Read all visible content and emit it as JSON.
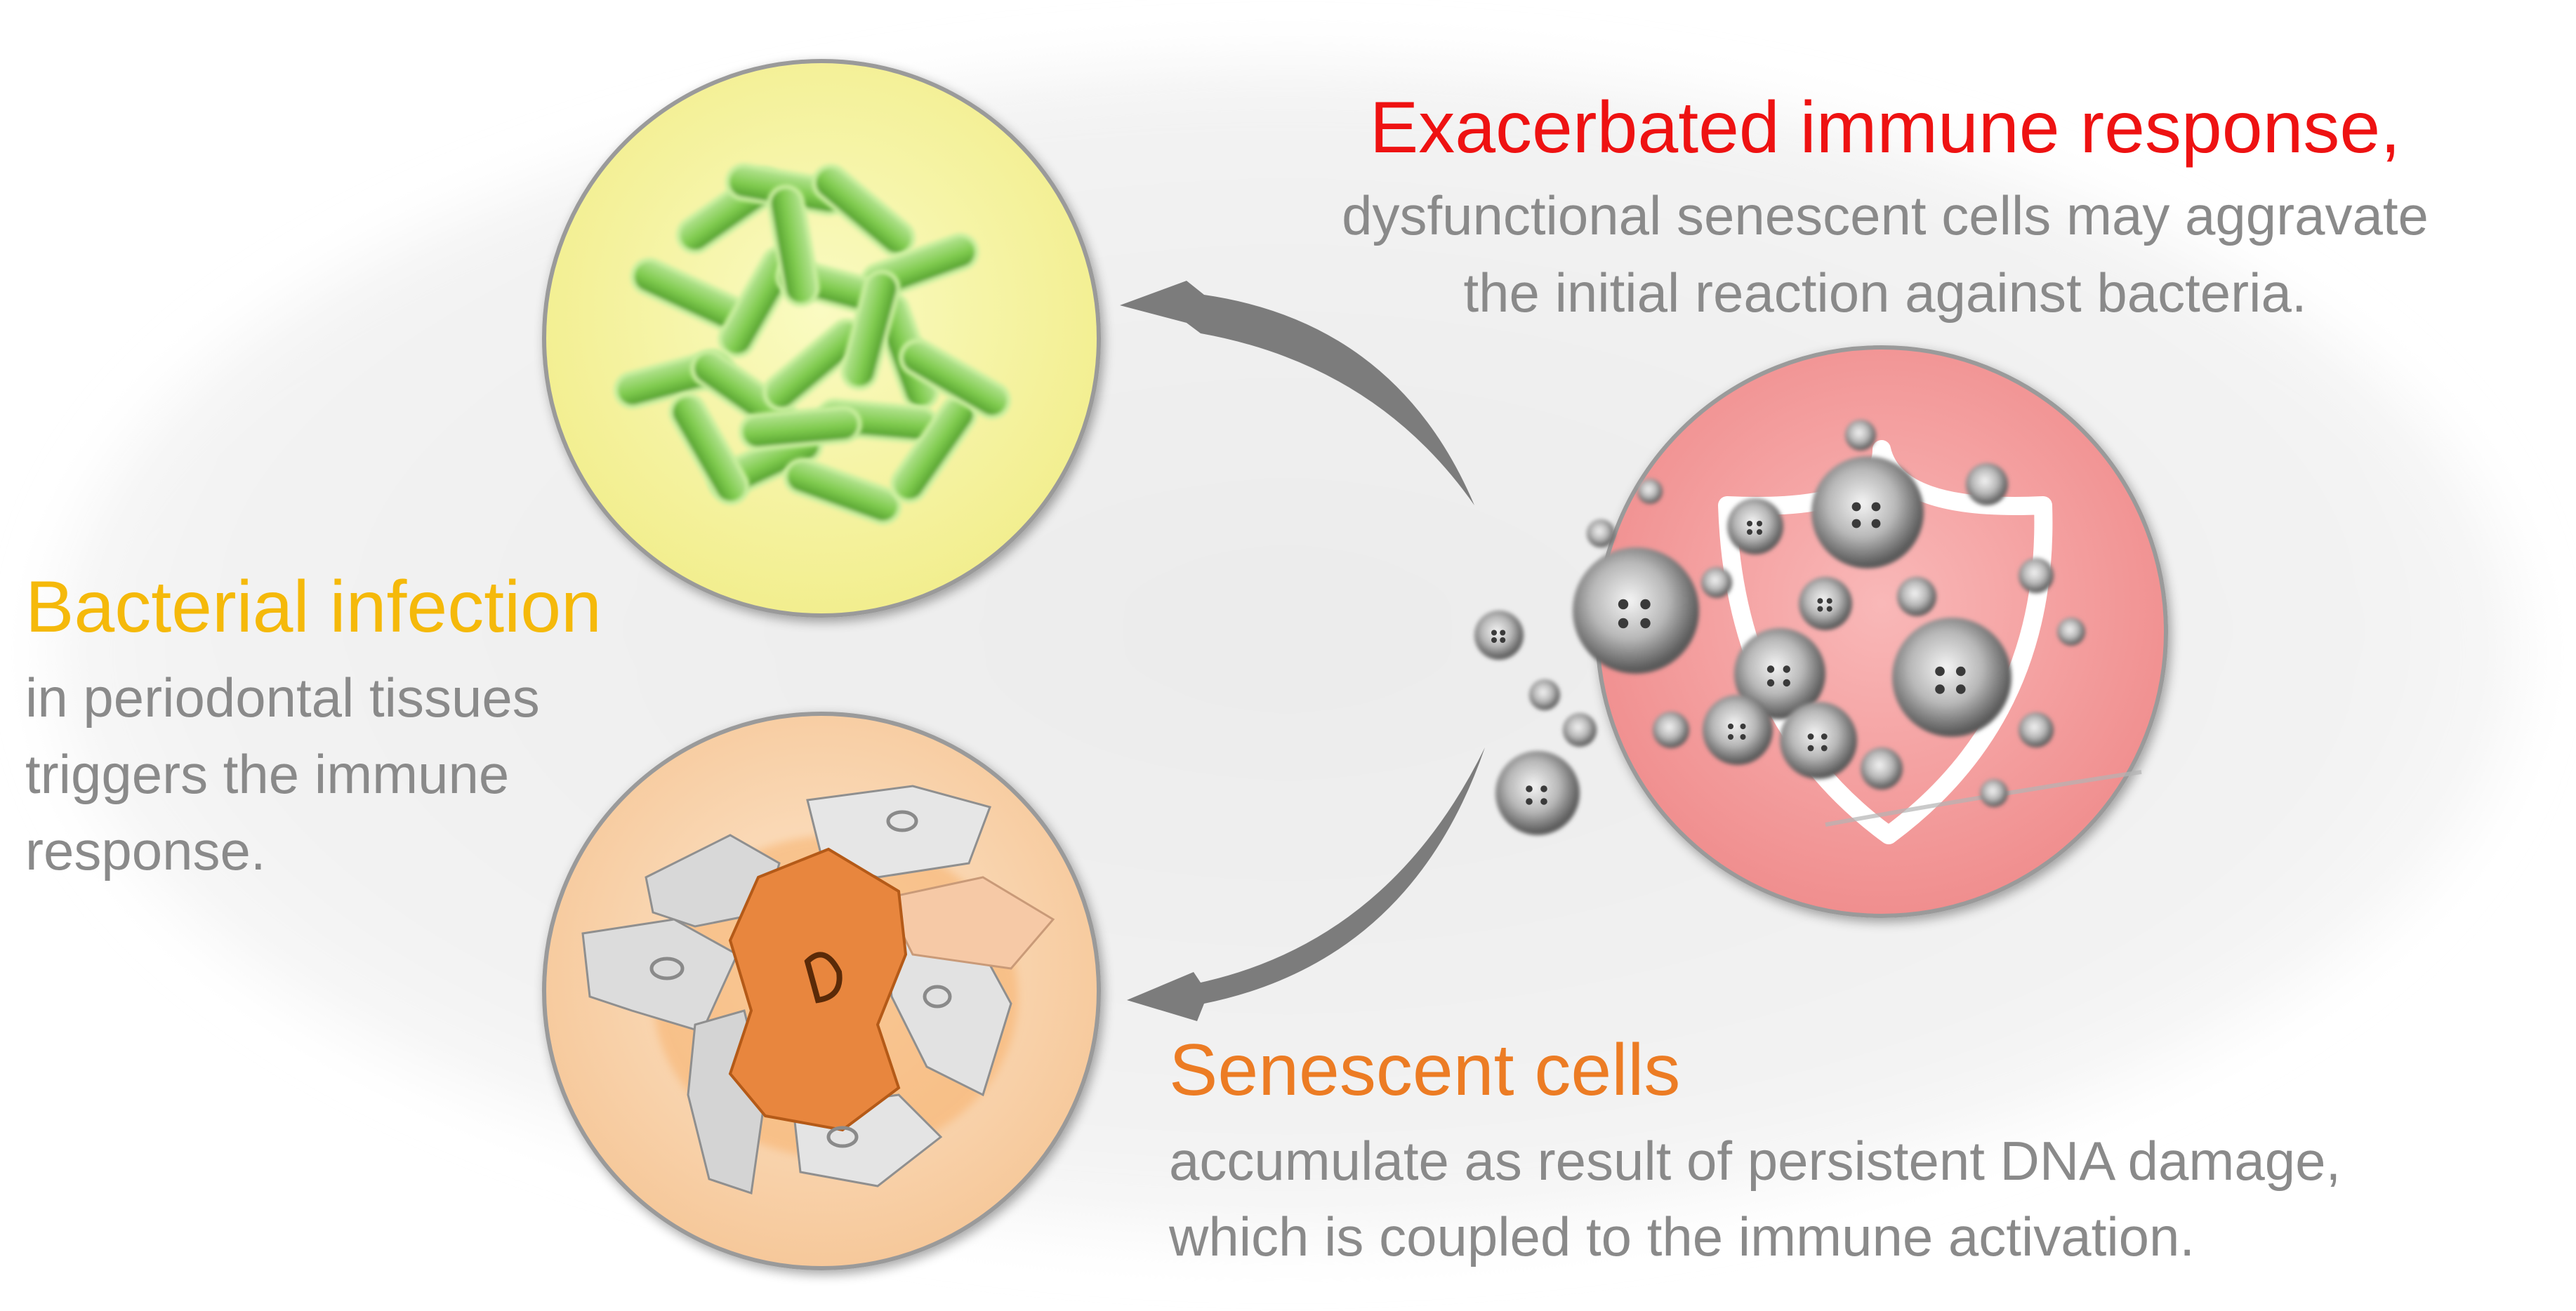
{
  "colors": {
    "exacerbated": "#ee1212",
    "bacterial": "#f5b90a",
    "senescent": "#ec7c24",
    "body_text": "#8a8a8a",
    "arrow": "#6f6f6f",
    "bacteria_disc": "#f6f3a0",
    "cells_disc": "#fad8b6",
    "immune_disc": "#f6a6a6"
  },
  "icons": {
    "bacteria": "rod-bacteria-icon",
    "senescent_cells": "senescent-cell-icon",
    "immune_shield": "shield-icon",
    "immune_cells": "immune-cell-icon",
    "arrow": "curved-arrow-icon"
  },
  "exacerbated": {
    "title": "Exacerbated immune response,",
    "line1": "dysfunctional senescent cells may aggravate",
    "line2": "the initial reaction against bacteria."
  },
  "bacterial": {
    "title": "Bacterial infection",
    "line1": "in periodontal tissues",
    "line2": "triggers the immune",
    "line3": "response."
  },
  "senescent": {
    "title": "Senescent cells",
    "line1": "accumulate as result of persistent DNA damage,",
    "line2": "which is coupled to the immune activation."
  }
}
